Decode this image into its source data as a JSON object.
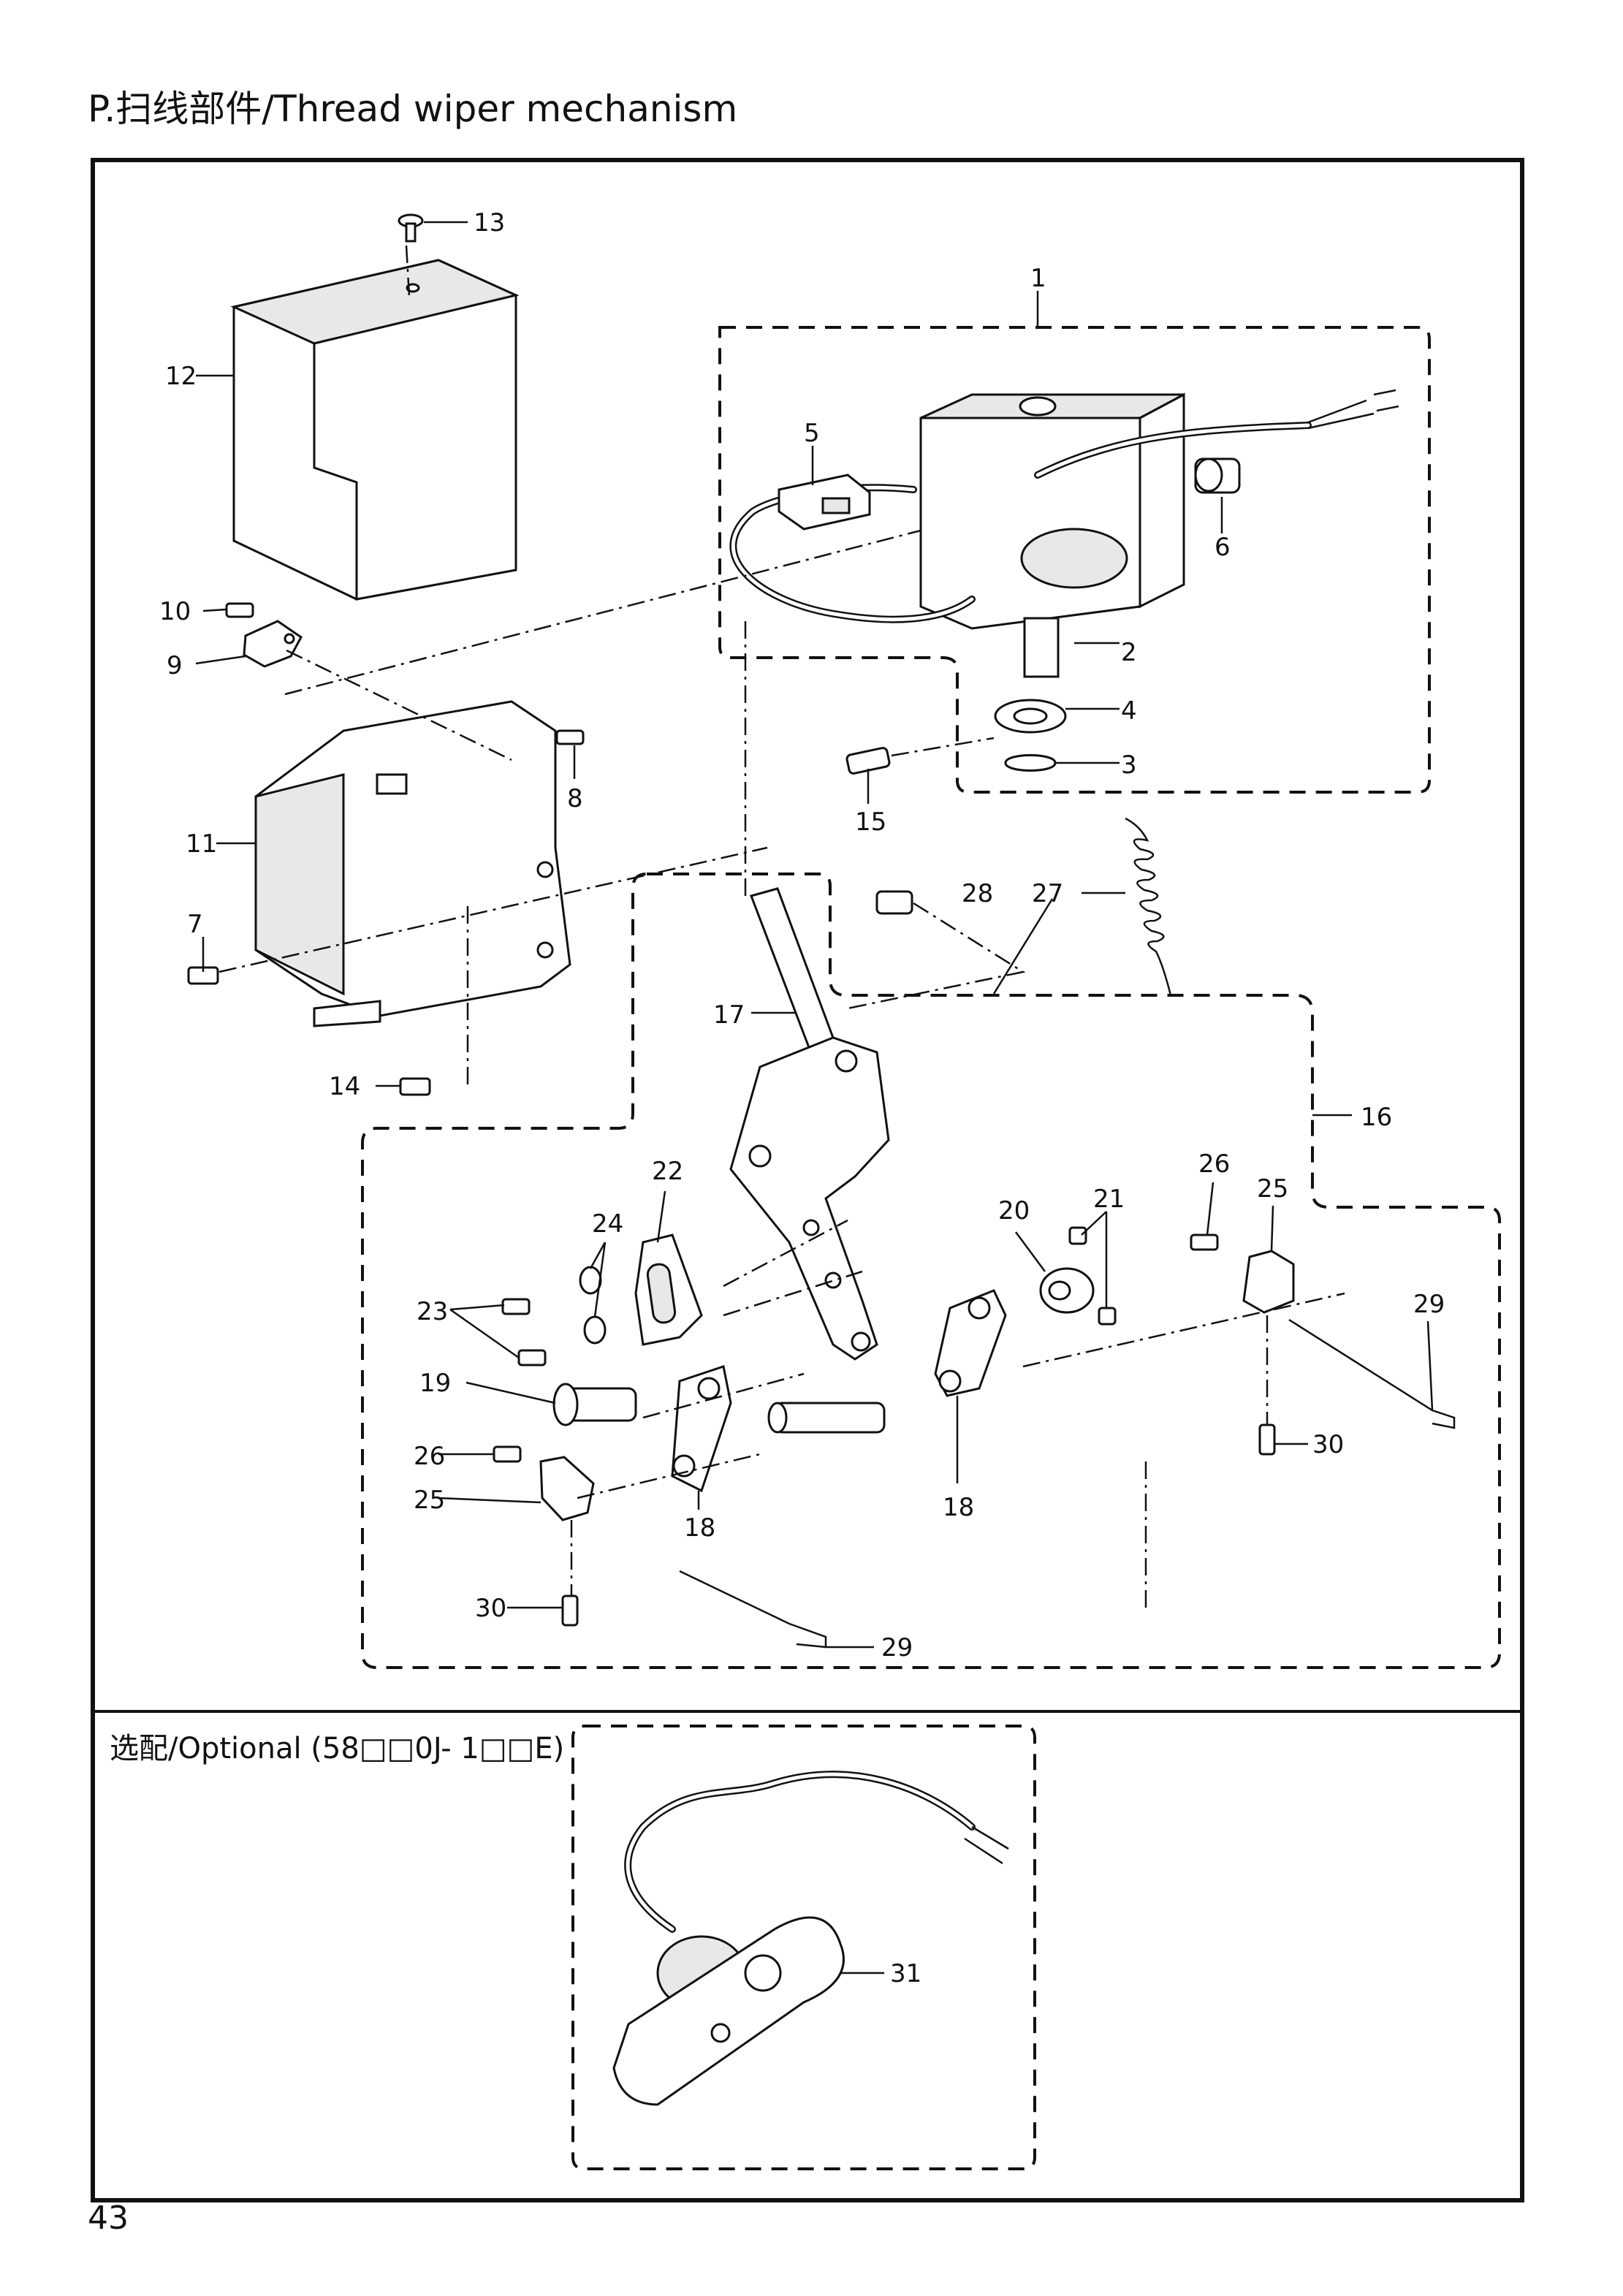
{
  "page": {
    "title": "P.扫线部件/Thread wiper mechanism",
    "page_number": "43",
    "optional_label": "选配/Optional (58□□0J- 1□□E)"
  },
  "callouts": {
    "c1": "1",
    "c2": "2",
    "c3": "3",
    "c4": "4",
    "c5": "5",
    "c6": "6",
    "c7": "7",
    "c8": "8",
    "c9": "9",
    "c10": "10",
    "c11": "11",
    "c12": "12",
    "c13": "13",
    "c14": "14",
    "c15": "15",
    "c16": "16",
    "c17": "17",
    "c18a": "18",
    "c18b": "18",
    "c19": "19",
    "c20": "20",
    "c21": "21",
    "c22": "22",
    "c23": "23",
    "c24": "24",
    "c25a": "25",
    "c25b": "25",
    "c26a": "26",
    "c26b": "26",
    "c27": "27",
    "c28": "28",
    "c29a": "29",
    "c29b": "29",
    "c30a": "30",
    "c30b": "30",
    "c31": "31"
  }
}
